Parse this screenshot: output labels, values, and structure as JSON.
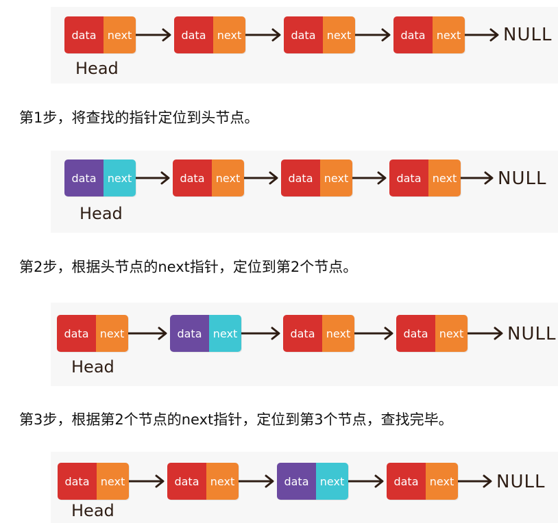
{
  "labels": {
    "data": "data",
    "next": "next",
    "null": "NULL",
    "head": "Head"
  },
  "colors": {
    "data_default": "#d7312e",
    "next_default": "#f0842f",
    "data_highlight": "#6b4aa0",
    "next_highlight": "#3ec6d3",
    "arrow": "#2e1d14"
  },
  "steps": [
    {
      "caption": "",
      "highlight": -1
    },
    {
      "caption": "第1步，将查找的指针定位到头节点。",
      "highlight": 0
    },
    {
      "caption": "第2步，根据头节点的next指针，定位到第2个节点。",
      "highlight": 1
    },
    {
      "caption": "第3步，根据第2个节点的next指针，定位到第3个节点，查找完毕。",
      "highlight": 2
    }
  ]
}
